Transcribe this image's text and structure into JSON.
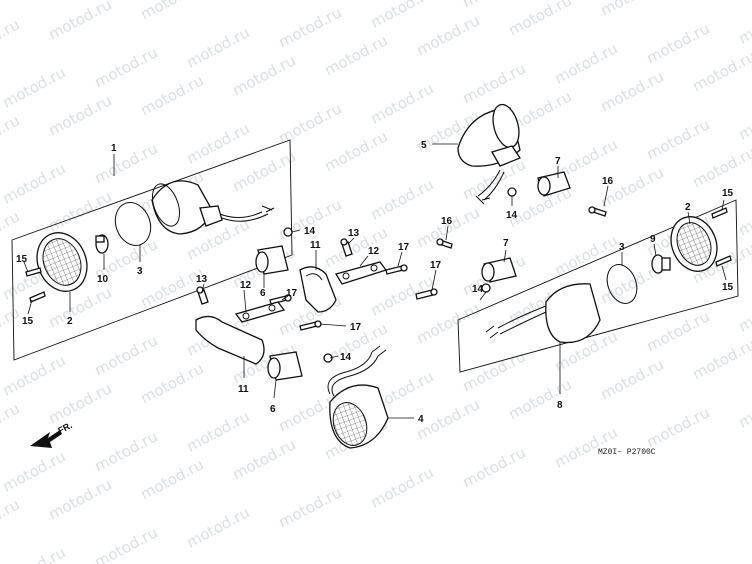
{
  "watermark": {
    "text": "motod.ru"
  },
  "diagram": {
    "reference_code": "MZ0I– P2700C",
    "direction_label": "FR."
  },
  "callouts": {
    "c1": "1",
    "c2a": "2",
    "c2b": "2",
    "c3a": "3",
    "c3b": "3",
    "c4": "4",
    "c5": "5",
    "c6a": "6",
    "c6b": "6",
    "c7a": "7",
    "c7b": "7",
    "c8": "8",
    "c9": "9",
    "c10": "10",
    "c11a": "11",
    "c11b": "11",
    "c12a": "12",
    "c12b": "12",
    "c13a": "13",
    "c13b": "13",
    "c14a": "14",
    "c14b": "14",
    "c14c": "14",
    "c14d": "14",
    "c15a": "15",
    "c15b": "15",
    "c15c": "15",
    "c15d": "15",
    "c16a": "16",
    "c16b": "16",
    "c17a": "17",
    "c17b": "17",
    "c17c": "17",
    "c17d": "17"
  }
}
